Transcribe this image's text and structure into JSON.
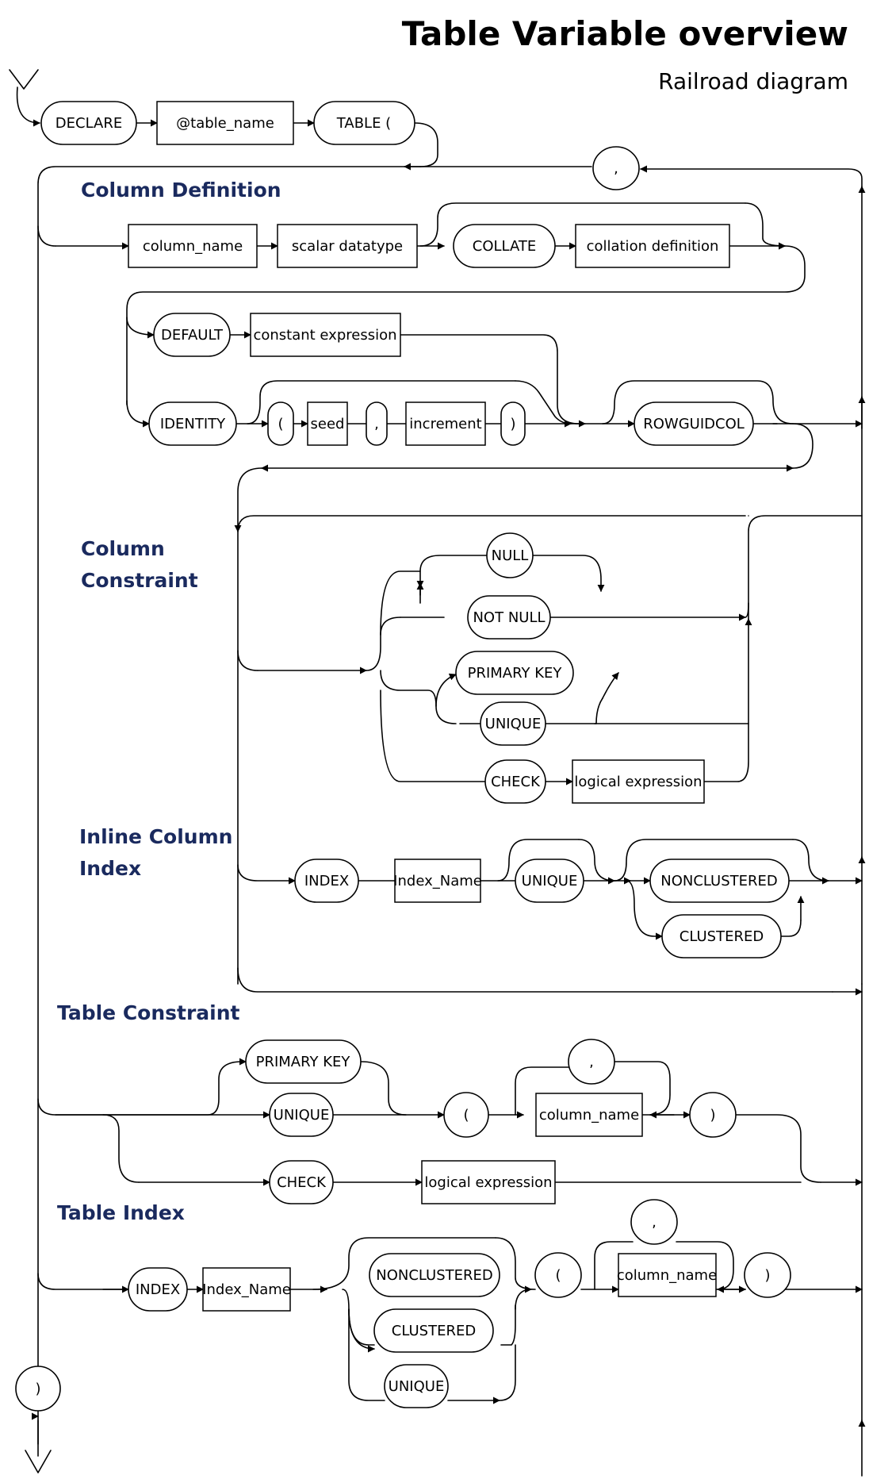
{
  "title": "Table Variable overview",
  "subtitle": "Railroad diagram",
  "sections": {
    "column_definition": "Column Definition",
    "column_constraint_1": "Column",
    "column_constraint_2": "Constraint",
    "inline_index_1": "Inline Column",
    "inline_index_2": "Index",
    "table_constraint": "Table Constraint",
    "table_index": "Table Index"
  },
  "nodes": {
    "declare": "DECLARE",
    "table_name": "@table_name",
    "table_open": "TABLE (",
    "comma_top": ",",
    "column_name": "column_name",
    "scalar_datatype": "scalar datatype",
    "collate": "COLLATE",
    "collation_definition": "collation definition",
    "default": "DEFAULT",
    "constant_expression": "constant expression",
    "identity": "IDENTITY",
    "paren_open": "(",
    "seed": "seed",
    "comma": ",",
    "increment": "increment",
    "paren_close": ")",
    "rowguidcol": "ROWGUIDCOL",
    "null": "NULL",
    "not_null": "NOT NULL",
    "primary_key": "PRIMARY KEY",
    "unique": "UNIQUE",
    "check": "CHECK",
    "logical_expression": "logical expression",
    "index": "INDEX",
    "index_name": "Index_Name",
    "nonclustered": "NONCLUSTERED",
    "clustered": "CLUSTERED",
    "tc_primary_key": "PRIMARY KEY",
    "tc_unique": "UNIQUE",
    "tc_paren_open": "(",
    "tc_comma": ",",
    "tc_column_name": "column_name",
    "tc_paren_close": ")",
    "tc_check": "CHECK",
    "tc_logical_expression": "logical expression",
    "ti_index": "INDEX",
    "ti_index_name": "Index_Name",
    "ti_nonclustered": "NONCLUSTERED",
    "ti_clustered": "CLUSTERED",
    "ti_unique": "UNIQUE",
    "ti_paren_open": "(",
    "ti_comma": ",",
    "ti_column_name": "column_name",
    "ti_paren_close": ")",
    "end_paren": ")"
  }
}
